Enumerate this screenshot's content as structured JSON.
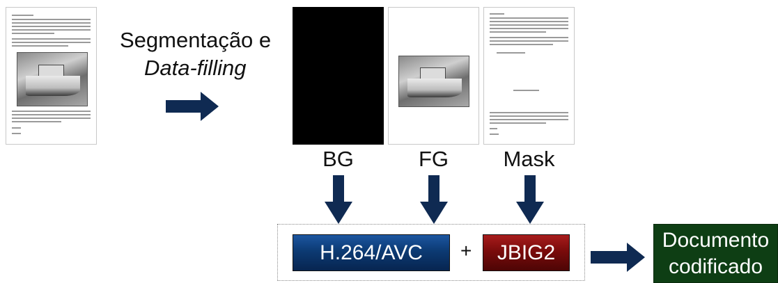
{
  "step_label_line1": "Segmentação e",
  "step_label_line2": "Data-filling",
  "layers": {
    "bg": "BG",
    "fg": "FG",
    "mask": "Mask"
  },
  "codecs": {
    "h264": "H.264/AVC",
    "plus": "+",
    "jbig2": "JBIG2"
  },
  "output": {
    "line1": "Documento",
    "line2": "codificado"
  },
  "colors": {
    "arrow": "#0f2a52",
    "h264_box": "#0c3a73",
    "jbig2_box": "#7a0b0b",
    "output_box": "#0e3e14"
  }
}
